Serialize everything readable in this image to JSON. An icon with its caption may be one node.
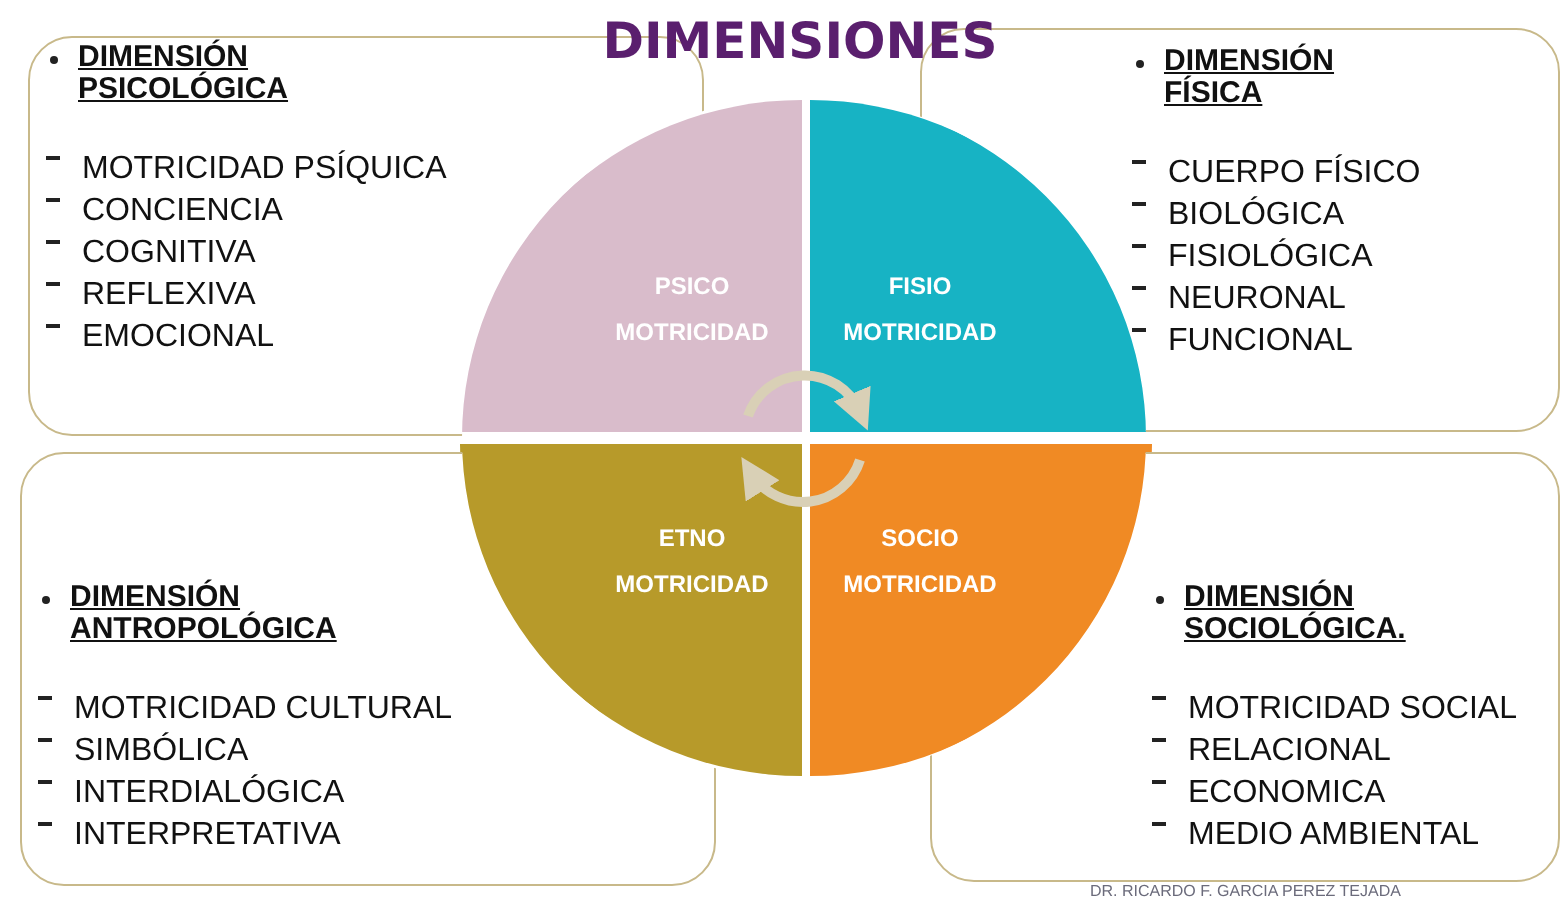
{
  "diagram": {
    "title": "DIMENSIONES",
    "nodes": [
      {
        "text": [
          "DIMENSIÓN PSICOLÓGICA",
          "MOTRICIDAD PSÍQUICA",
          "CONCIENCIA",
          "COGNITIVA",
          "REFLEXIVA",
          "EMOCIONAL"
        ]
      },
      {
        "text": [
          "DIMENSIÓN FÍSICA",
          "CUERPO FÍSICO",
          "BIOLÓGICA",
          "FISIOLÓGICA",
          "NEURONAL",
          "FUNCIONAL"
        ]
      },
      {
        "text": [
          "DIMENSIÓN ANTROPOLÓGICA",
          "MOTRICIDAD CULTURAL",
          "SIMBÓLICA",
          "INTERDIALÓGICA",
          "INTERPRETATIVA"
        ]
      },
      {
        "text": [
          "DIMENSIÓN SOCIOLÓGICA.",
          "MOTRICIDAD SOCIAL",
          "RELACIONAL",
          "ECONOMICA",
          "MEDIO AMBIENTAL"
        ]
      },
      {
        "text": [
          "PSICO MOTRICIDAD"
        ]
      },
      {
        "text": [
          "FISIO MOTRICIDAD"
        ]
      },
      {
        "text": [
          "ETNO MOTRICIDAD"
        ]
      },
      {
        "text": [
          "SOCIO MOTRICIDAD"
        ]
      }
    ],
    "edges": [
      {
        "from": 4,
        "to": 5,
        "arrow": "to"
      },
      {
        "from": 7,
        "to": 6,
        "arrow": "to"
      }
    ],
    "labels": [
      "DR. RICARDO F. GARCIA PEREZ TEJADA"
    ]
  }
}
